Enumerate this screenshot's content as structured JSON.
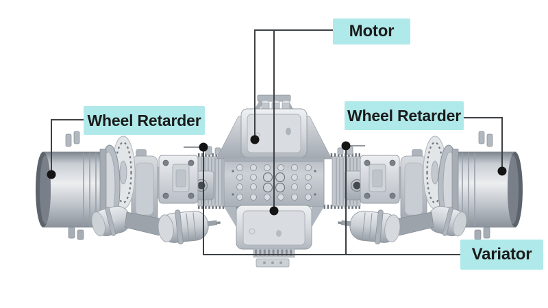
{
  "diagram": {
    "labels": {
      "motor": "Motor",
      "wheel_retarder_left": "Wheel Retarder",
      "wheel_retarder_right": "Wheel Retarder",
      "variator": "Variator"
    },
    "callouts": [
      {
        "label": "Motor",
        "pointer_dots": 2,
        "position": "top-center"
      },
      {
        "label": "Wheel Retarder",
        "pointer_dots": 1,
        "position": "left"
      },
      {
        "label": "Wheel Retarder",
        "pointer_dots": 1,
        "position": "right"
      },
      {
        "label": "Variator",
        "pointer_dots": 2,
        "position": "bottom-right"
      }
    ],
    "colors": {
      "background": "#ffffff",
      "label_background": "#b0e9e9",
      "label_text": "#1b1b1b",
      "callout_line": "#3c4043",
      "callout_dot": "#141414",
      "machine_light": "#eef0f2",
      "machine_mid": "#c3c8ce",
      "machine_dark": "#7d848d"
    }
  }
}
